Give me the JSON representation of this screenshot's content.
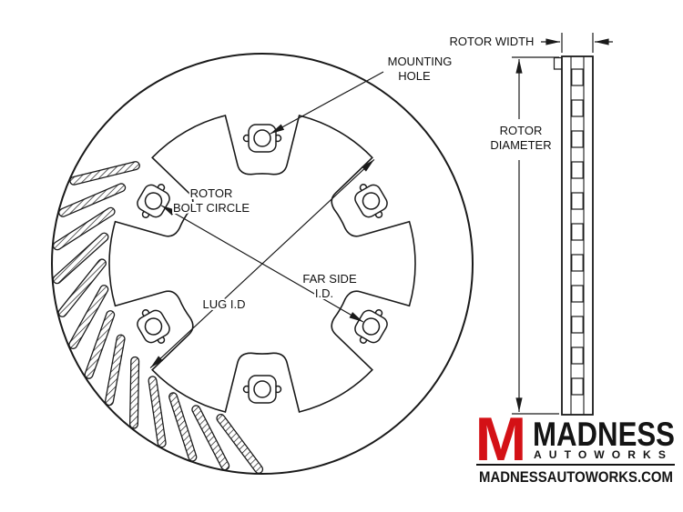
{
  "page": {
    "background": "#ffffff",
    "line_color": "#1a1a1a"
  },
  "front_view": {
    "labels": {
      "mounting_hole_line1": "MOUNTING",
      "mounting_hole_line2": "HOLE",
      "bolt_circle_line1": "ROTOR",
      "bolt_circle_line2": "BOLT CIRCLE",
      "lug_id": "LUG I.D",
      "far_side_line1": "FAR SIDE",
      "far_side_line2": "I.D."
    }
  },
  "side_view": {
    "labels": {
      "rotor_width": "ROTOR WIDTH",
      "rotor_diameter_line1": "ROTOR",
      "rotor_diameter_line2": "DIAMETER"
    }
  },
  "branding": {
    "monogram": "M",
    "name": "MADNESS",
    "division": "AUTOWORKS",
    "website": "MADNESSAUTOWORKS.COM",
    "accent_color": "#d41116"
  }
}
